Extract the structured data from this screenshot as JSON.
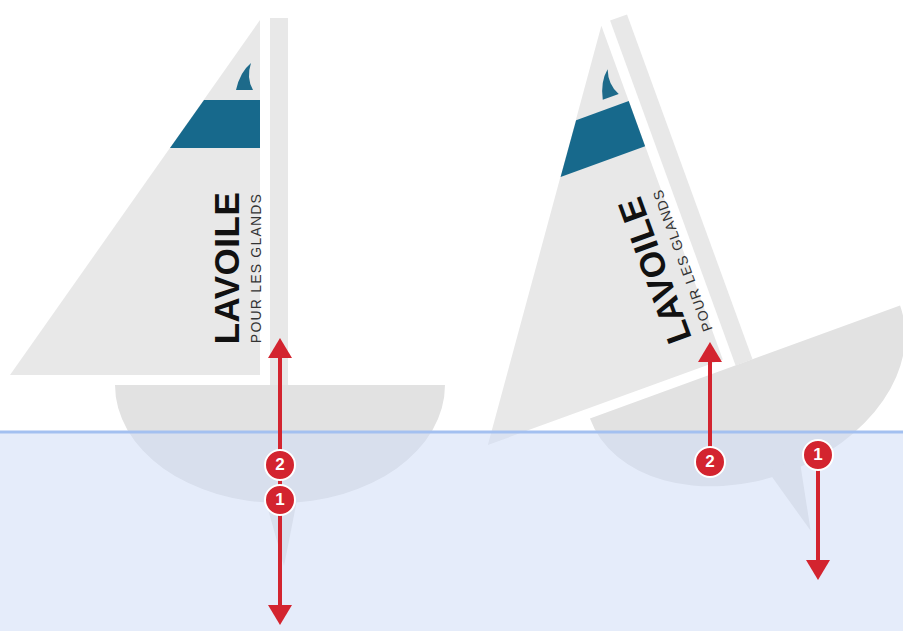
{
  "diagram": {
    "labels": [
      "LAVOILE",
      "POUR LES GLANDS",
      "2",
      "1",
      "LAVOILE",
      "POUR LES GLANDS",
      "2",
      "1"
    ]
  }
}
